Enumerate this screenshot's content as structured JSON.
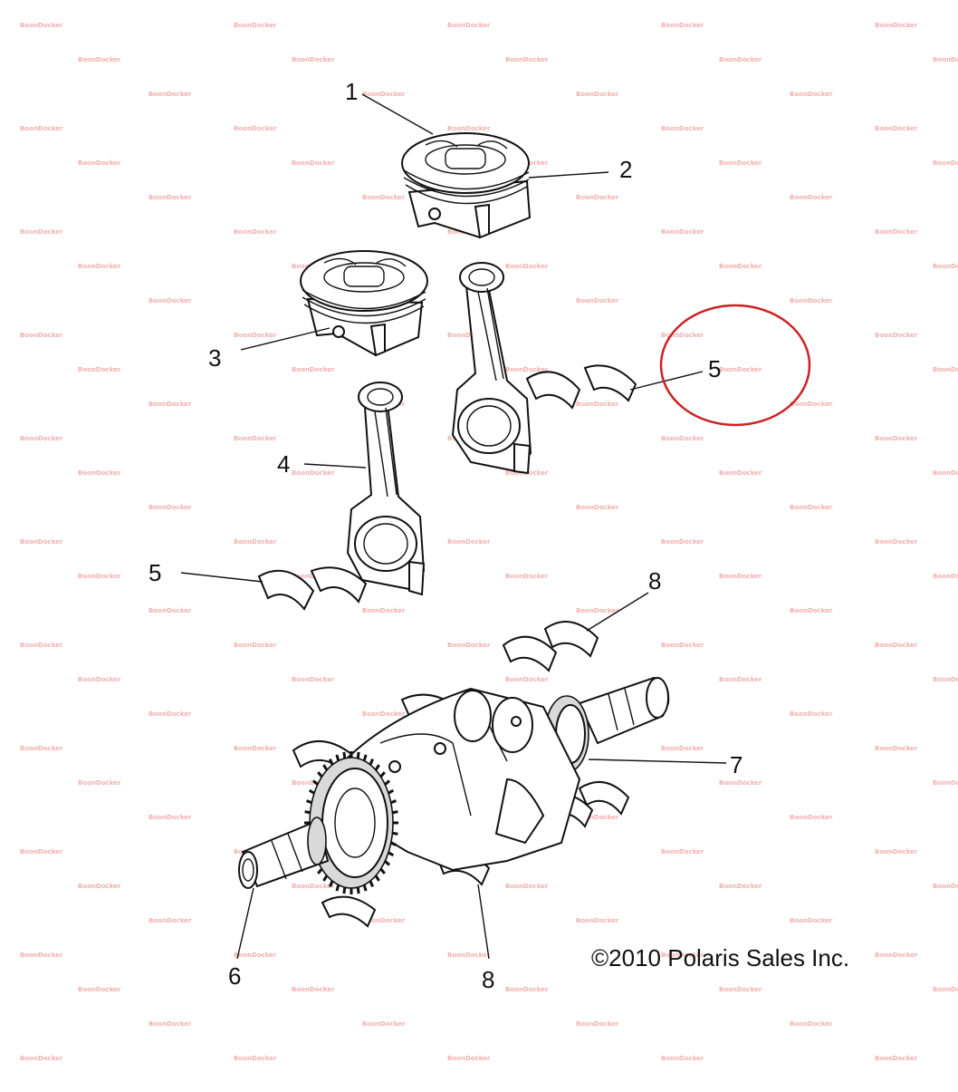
{
  "callouts": {
    "c1": "1",
    "c2": "2",
    "c3": "3",
    "c4": "4",
    "c5a": "5",
    "c5b": "5",
    "c6": "6",
    "c7": "7",
    "c8a": "8",
    "c8b": "8"
  },
  "copyright": "©2010 Polaris Sales Inc.",
  "watermark": "BoonDocker",
  "highlight_color": "#cc2222"
}
